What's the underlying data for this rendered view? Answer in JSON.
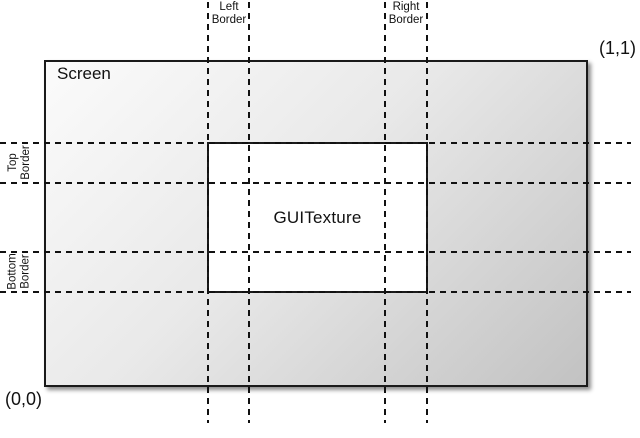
{
  "diagram": {
    "title": "GUITexture border diagram",
    "labels": {
      "screen": "Screen",
      "texture": "GUITexture",
      "origin": "(0,0)",
      "top_right": "(1,1)",
      "left_border": {
        "line1": "Left",
        "line2": "Border"
      },
      "right_border": {
        "line1": "Right",
        "line2": "Border"
      },
      "top_border": {
        "line1": "Top",
        "line2": "Border"
      },
      "bottom_border": {
        "line1": "Bottom",
        "line2": "Border"
      }
    },
    "colors": {
      "background": "#ffffff",
      "outline": "#1a1a1a",
      "dash": "#111111",
      "screen_gradient_start": "#fbfbfb",
      "screen_gradient_end": "#c2c2c2",
      "texture_fill": "#ffffff"
    }
  }
}
